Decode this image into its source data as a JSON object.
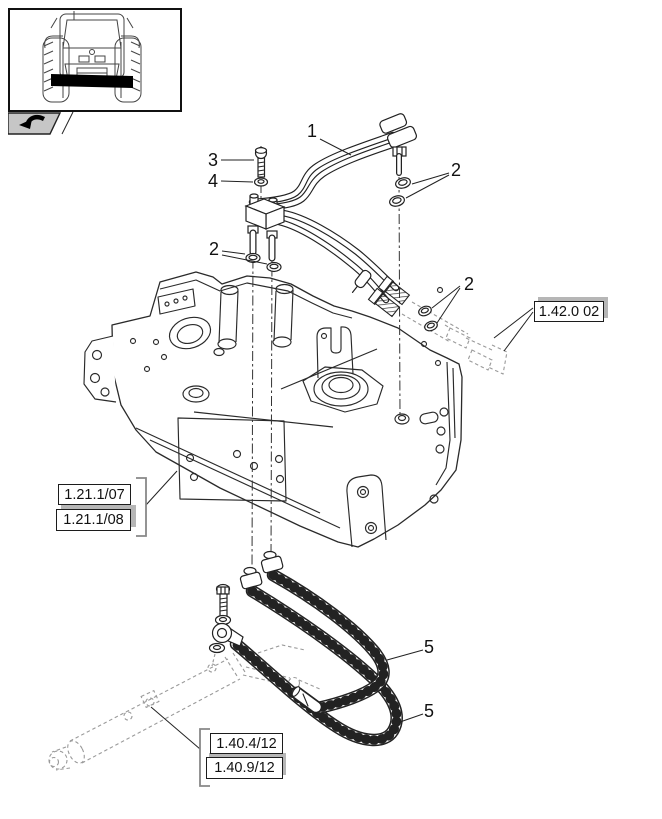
{
  "diagram_title": "front axle hydraulic pipes exploded view",
  "callouts": [
    {
      "id": "1",
      "points_to": "rigid-pipe-assembly"
    },
    {
      "id": "3",
      "points_to": "mount-bolt"
    },
    {
      "id": "4",
      "points_to": "washer"
    },
    {
      "id": "2",
      "points_to": "o-ring-pair-right"
    },
    {
      "id": "2",
      "points_to": "o-ring-pair-left"
    },
    {
      "id": "2",
      "points_to": "o-ring-pair-lower"
    },
    {
      "id": "5",
      "points_to": "flexible-hose-upper"
    },
    {
      "id": "5",
      "points_to": "flexible-hose-lower"
    }
  ],
  "ref_boxes": [
    {
      "code": "1.42.0 02",
      "highlighted": true
    },
    {
      "code": "1.21.1/07",
      "highlighted": false
    },
    {
      "code": "1.21.1/08",
      "highlighted": true
    },
    {
      "code": "1.40.4/12",
      "highlighted": false
    },
    {
      "code": "1.40.9/12",
      "highlighted": true
    }
  ],
  "icons": {
    "thumbnail": "tractor-front-view-axle-highlight-icon",
    "tab": "return-arrow-icon"
  },
  "colors": {
    "line": "#1f1f1f",
    "ghost_line": "#9a9a9a",
    "highlight_gray": "#b6b6b6",
    "tab_gray": "#c6c6c6",
    "background": "#ffffff"
  }
}
